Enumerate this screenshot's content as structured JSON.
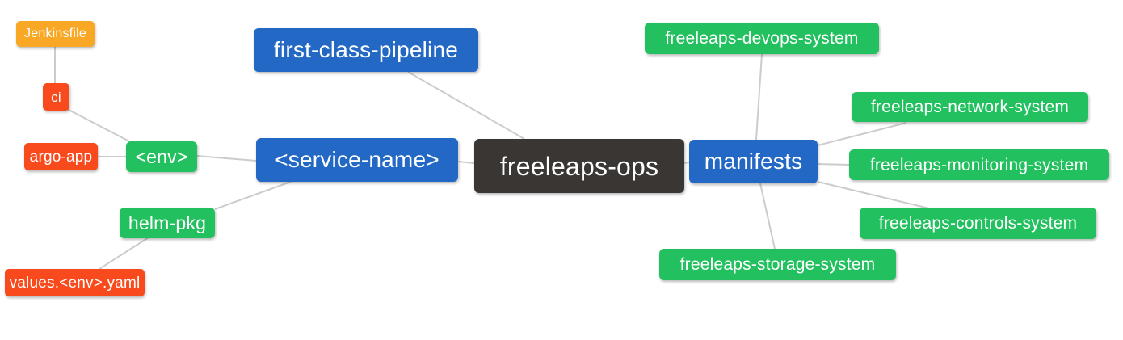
{
  "diagram": {
    "type": "mindmap",
    "background": "#ffffff",
    "edge_color": "#cccccc",
    "palette": {
      "root": "#3a3633",
      "level1": "#2268c4",
      "level2": "#22c05e",
      "level3": "#f84a1d",
      "level4": "#f9a825"
    },
    "nodes": {
      "root": {
        "label": "freeleaps-ops"
      },
      "pipeline": {
        "label": "first-class-pipeline"
      },
      "service": {
        "label": "<service-name>"
      },
      "manifests": {
        "label": "manifests"
      },
      "env": {
        "label": "<env>"
      },
      "helm": {
        "label": "helm-pkg"
      },
      "ci": {
        "label": "ci"
      },
      "argo": {
        "label": "argo-app"
      },
      "jenkinsfile": {
        "label": "Jenkinsfile"
      },
      "values": {
        "label": "values.<env>.yaml"
      },
      "devops": {
        "label": "freeleaps-devops-system"
      },
      "network": {
        "label": "freeleaps-network-system"
      },
      "monitoring": {
        "label": "freeleaps-monitoring-system"
      },
      "controls": {
        "label": "freeleaps-controls-system"
      },
      "storage": {
        "label": "freeleaps-storage-system"
      }
    },
    "hierarchy": {
      "root": "freeleaps-ops",
      "children": [
        {
          "label": "first-class-pipeline"
        },
        {
          "label": "<service-name>",
          "children": [
            {
              "label": "<env>",
              "children": [
                {
                  "label": "ci",
                  "children": [
                    {
                      "label": "Jenkinsfile"
                    }
                  ]
                },
                {
                  "label": "argo-app"
                }
              ]
            },
            {
              "label": "helm-pkg",
              "children": [
                {
                  "label": "values.<env>.yaml"
                }
              ]
            }
          ]
        },
        {
          "label": "manifests",
          "children": [
            {
              "label": "freeleaps-devops-system"
            },
            {
              "label": "freeleaps-network-system"
            },
            {
              "label": "freeleaps-monitoring-system"
            },
            {
              "label": "freeleaps-controls-system"
            },
            {
              "label": "freeleaps-storage-system"
            }
          ]
        }
      ]
    }
  }
}
